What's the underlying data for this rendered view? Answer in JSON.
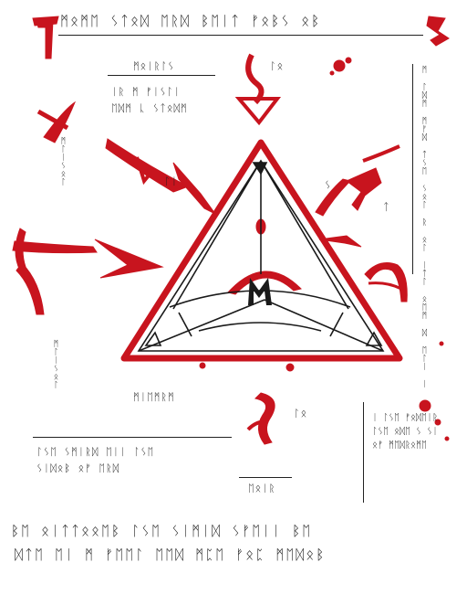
{
  "colors": {
    "blood": "#c8141e",
    "ink": "#1a1a1a",
    "paper": "#ffffff"
  },
  "glyphs": {
    "top_line": "ᛗᛟᛗᛖ ᛊᛏᛟᛞ ᛖᚱᛞ ᛒᛖᛁᛏ ᚠᛟᛒᛊ ᛟᛒ",
    "left_label": "ᛗᛟᛁᚱᛚᛊ",
    "left_block_1": "ᛁᚱ ᛗ ᚠᛁᛊᛚᛁ",
    "left_block_2": "ᛖᛞᛗ ᚳ ᛊᛏᛟᛞᛗ",
    "apex_mark": "ᛚᛟ",
    "right_col": "ᛗ ᛚᛞᛗ ᛗᚠᛞ ᛏᛊᛖ ᛊᛟᛚ ᚱ ᛟᛚ ᛁᛏᛚ ᛟᛖᛗ ᛞ ᛖᛚᛁ ᛁ",
    "left_col_1": "ᛗᛚᛁᛊᛟᛚ",
    "left_col_2": "ᛗᛚᛁᛊᛟᛚ",
    "top_left_small": "ᛚᛁ",
    "right_small_1": "ᛊ",
    "right_small_2": "ᛏ",
    "base_left": "ᛗᛁᛖᛗᚱᛗ",
    "base_center": "ᛚᛟ",
    "bottom_left_1": "ᛚᛊᛖ ᛊᛗᛁᚱᛞ ᛖᛁᛁ ᛚᛊᛖ",
    "bottom_left_2": "ᛊᛁᛞᛟᛒ ᛟᚠ ᛖᚱᛞ",
    "bottom_center": "ᛖᛟᛁᚱ",
    "bottom_right": "ᛁ ᛚᛊᛖ ᚠᛟᛞᛖᛁᚱ ᛚᛊᛖ ᛟᛞᛖ ᛊ ᛊᛁ ᛟᚠ ᛗᛖᛞᚱᛟᛗᛖ",
    "footer_1": "ᛒᛖ ᛟᛁᛏᛏᛟᛟᛖᛒ ᛚᛊᛖ ᛊᛁᛗᛁᛞ ᛊᚠᛖᛁᛁ ᛒᛖ",
    "footer_2": "ᛞᛏᛖ ᛖᛁ ᛗ ᚠᛖᛖᛚ ᛖᛖᛞ ᛗᛈᛖ ᚠᛟᛈ ᛗᛖᛞᛟᛒ",
    "tri_center": "ᛗ"
  }
}
